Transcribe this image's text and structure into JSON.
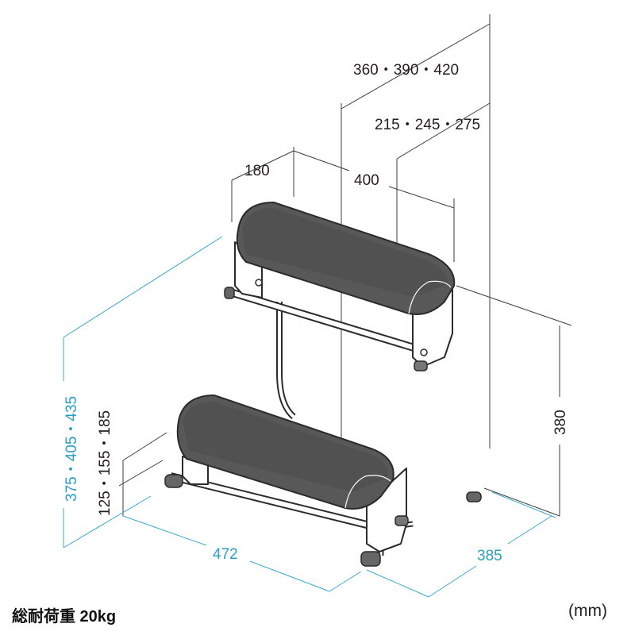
{
  "dimensions": {
    "top_diag_1": "360・390・420",
    "top_diag_2": "215・245・275",
    "top_depth": "180",
    "top_width": "400",
    "right_height": "380",
    "left_height_outer": "375・405・435",
    "left_height_inner": "125・155・185",
    "bottom_width": "472",
    "bottom_depth": "385"
  },
  "caption": "総耐荷重 20kg",
  "unit": "(mm)",
  "colors": {
    "cyan": "#2a9fc6",
    "black": "#231f20"
  }
}
